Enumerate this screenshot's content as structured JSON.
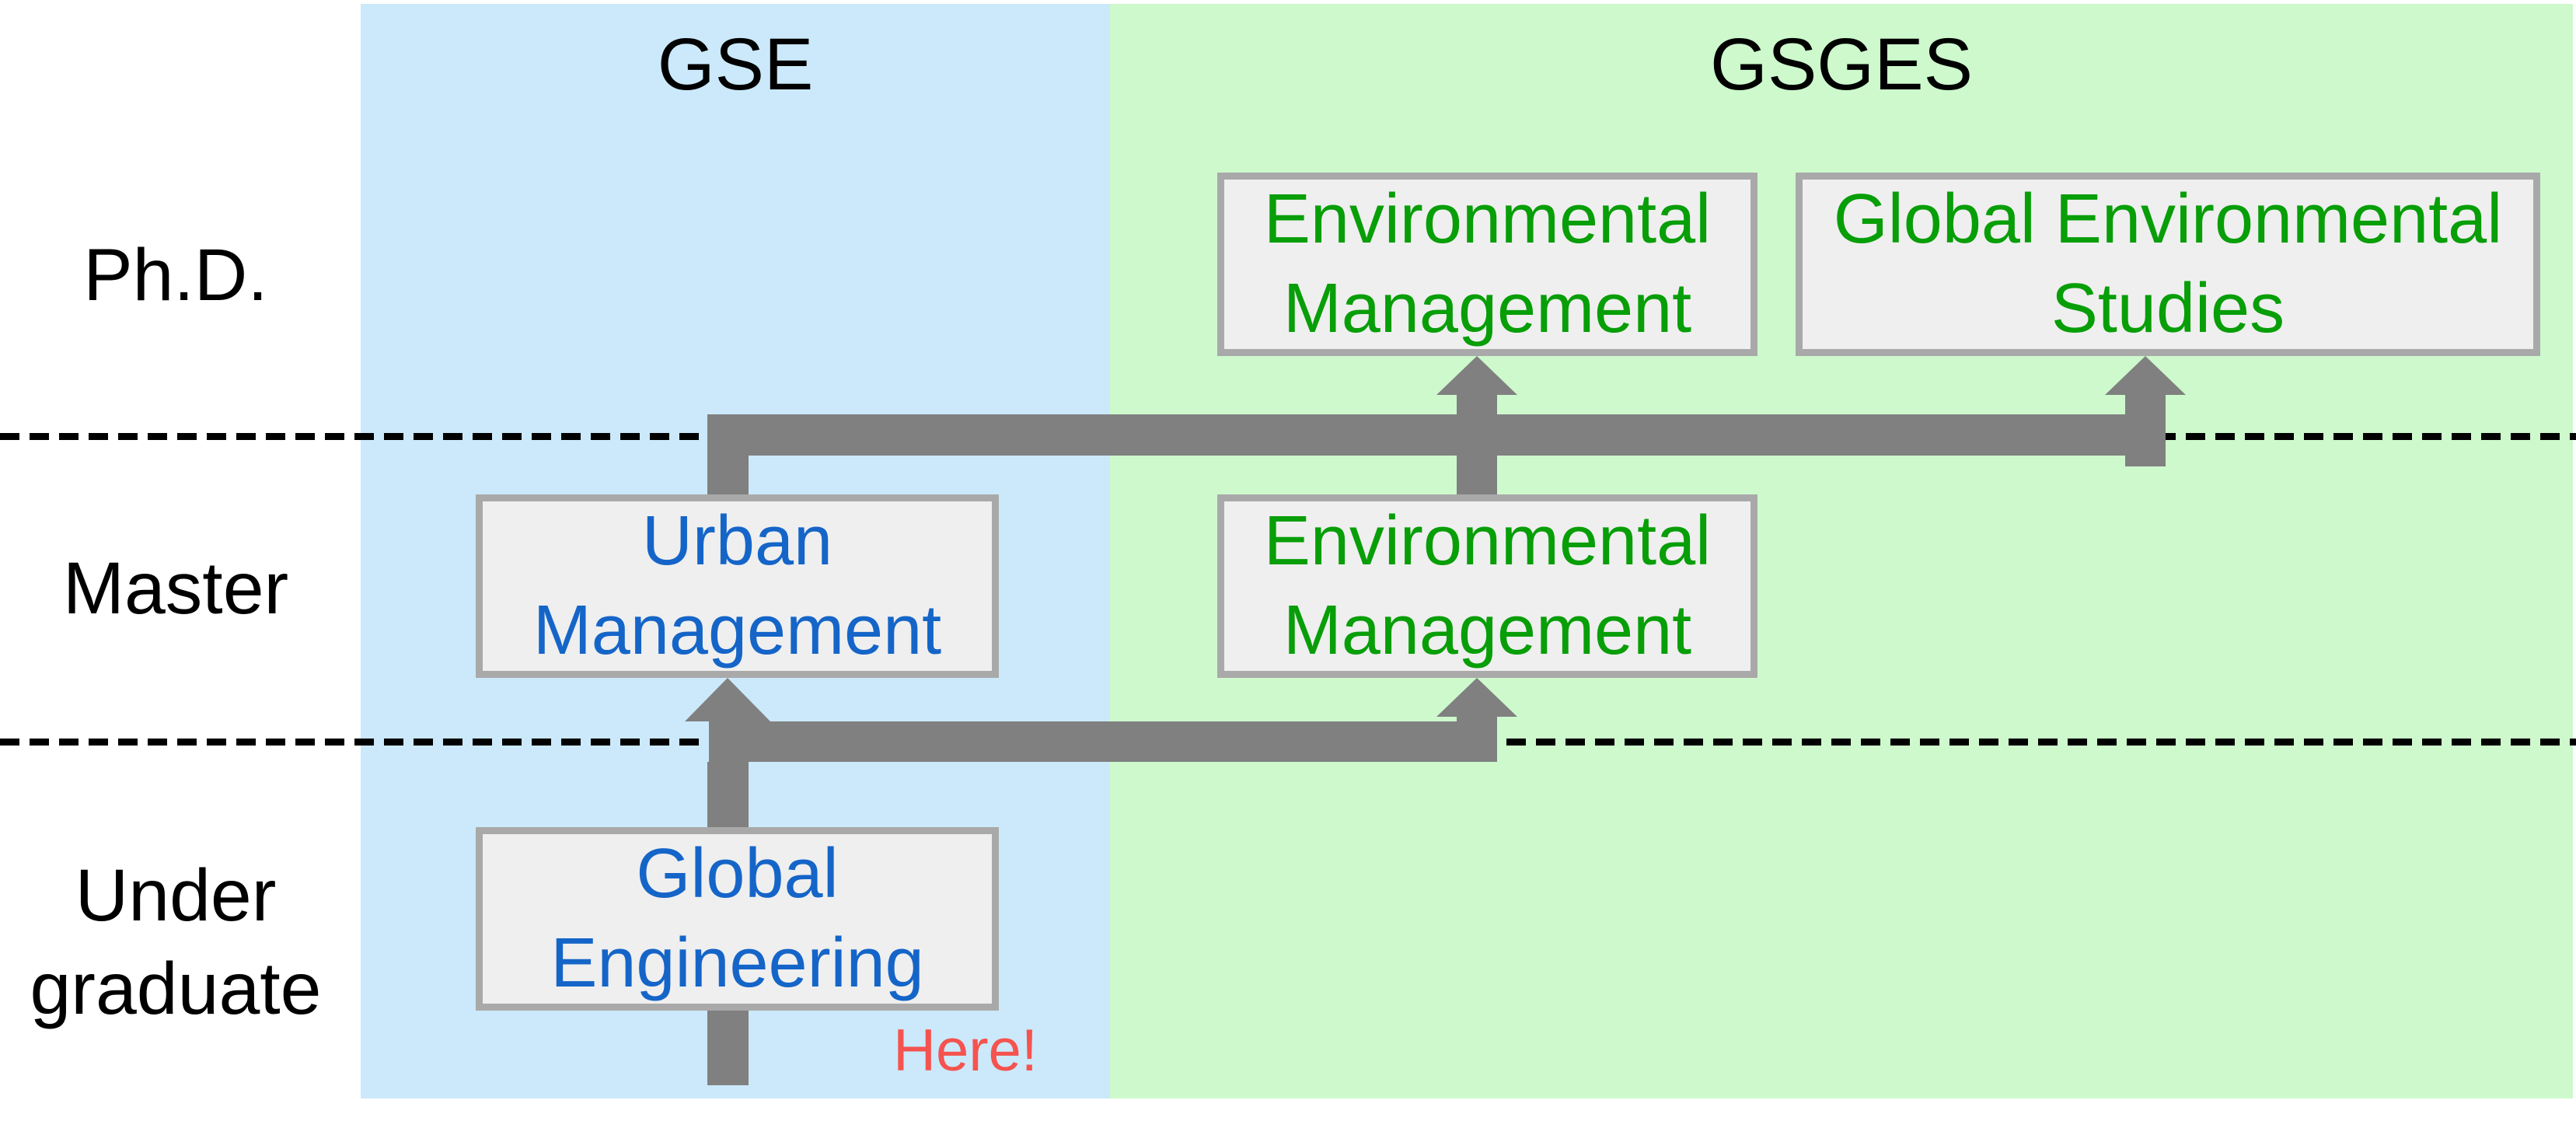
{
  "diagram": {
    "columns": [
      {
        "id": "gse",
        "label": "GSE"
      },
      {
        "id": "gsges",
        "label": "GSGES"
      }
    ],
    "levels": [
      {
        "id": "phd",
        "label": "Ph.D."
      },
      {
        "id": "master",
        "label": "Master"
      },
      {
        "id": "undergraduate",
        "label": "Under\ngraduate"
      }
    ],
    "boxes": [
      {
        "id": "phd-environmental-management",
        "column": "GSGES",
        "level": "Ph.D.",
        "label": "Environmental\nManagement"
      },
      {
        "id": "phd-global-environmental-studies",
        "column": "GSGES",
        "level": "Ph.D.",
        "label": "Global Environmental\nStudies"
      },
      {
        "id": "master-urban-management",
        "column": "GSE",
        "level": "Master",
        "label": "Urban\nManagement"
      },
      {
        "id": "master-environmental-management",
        "column": "GSGES",
        "level": "Master",
        "label": "Environmental\nManagement"
      },
      {
        "id": "undergraduate-global-engineering",
        "column": "GSE",
        "level": "Under graduate",
        "label": "Global\nEngineering"
      }
    ],
    "annotation": {
      "here_label": "Here!"
    },
    "colors": {
      "gse_bg": "#CBE9FA",
      "gsges_bg": "#CDF9CD",
      "box_fill": "#EFEFEF",
      "box_border": "#A9A9A9",
      "arrow_gray": "#808080",
      "text_green": "#089E08",
      "text_blue": "#1565C8",
      "here_red": "#F5534F",
      "label_black": "#000000",
      "dash_black": "#000000"
    }
  }
}
